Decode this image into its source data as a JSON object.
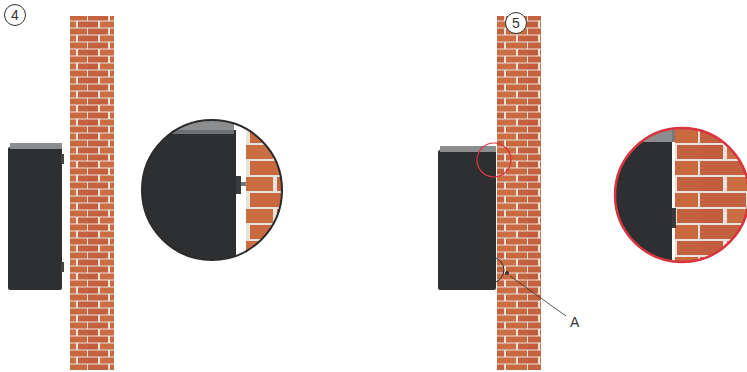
{
  "diagram": {
    "nodes": [
      {
        "text": [
          "4"
        ]
      },
      {
        "text": [
          "5"
        ]
      }
    ],
    "labels": [
      "A"
    ]
  }
}
